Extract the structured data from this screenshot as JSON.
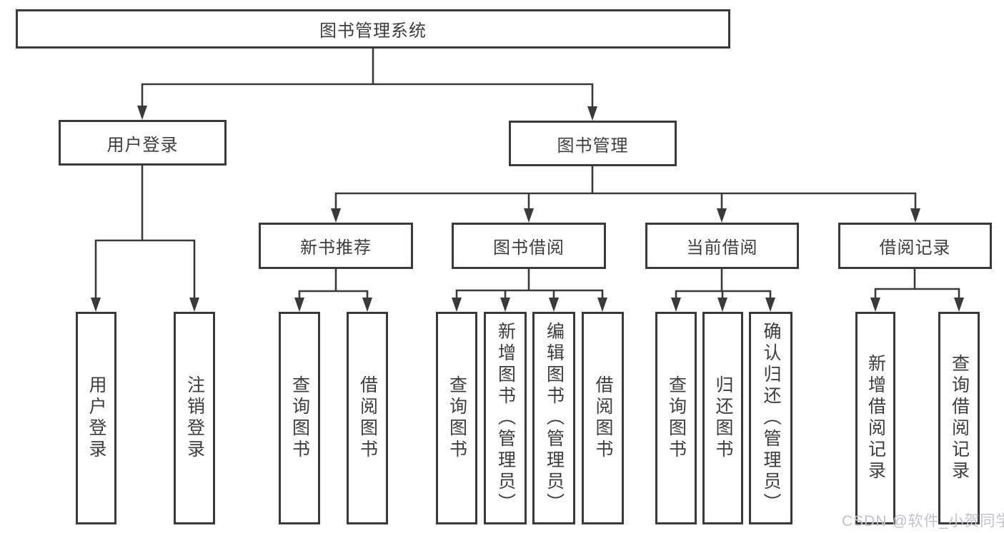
{
  "diagram": {
    "title": "图书管理系统",
    "level2": [
      "用户登录",
      "图书管理"
    ],
    "level3": [
      "新书推荐",
      "图书借阅",
      "当前借阅",
      "借阅记录"
    ],
    "leaves": [
      "用户登录",
      "注销登录",
      "查询图书",
      "借阅图书",
      "查询图书",
      "新增图书（管理员）",
      "编辑图书（管理员）",
      "借阅图书",
      "查询图书",
      "归还图书",
      "确认归还（管理员）",
      "新增借阅记录",
      "查询借阅记录"
    ]
  },
  "watermark": "CSDN @软件_小贺同学",
  "colors": {
    "line": "#3a3a3a",
    "text": "#3d3d3e",
    "background": "#ffffff",
    "watermark": "#c0c3c9"
  }
}
